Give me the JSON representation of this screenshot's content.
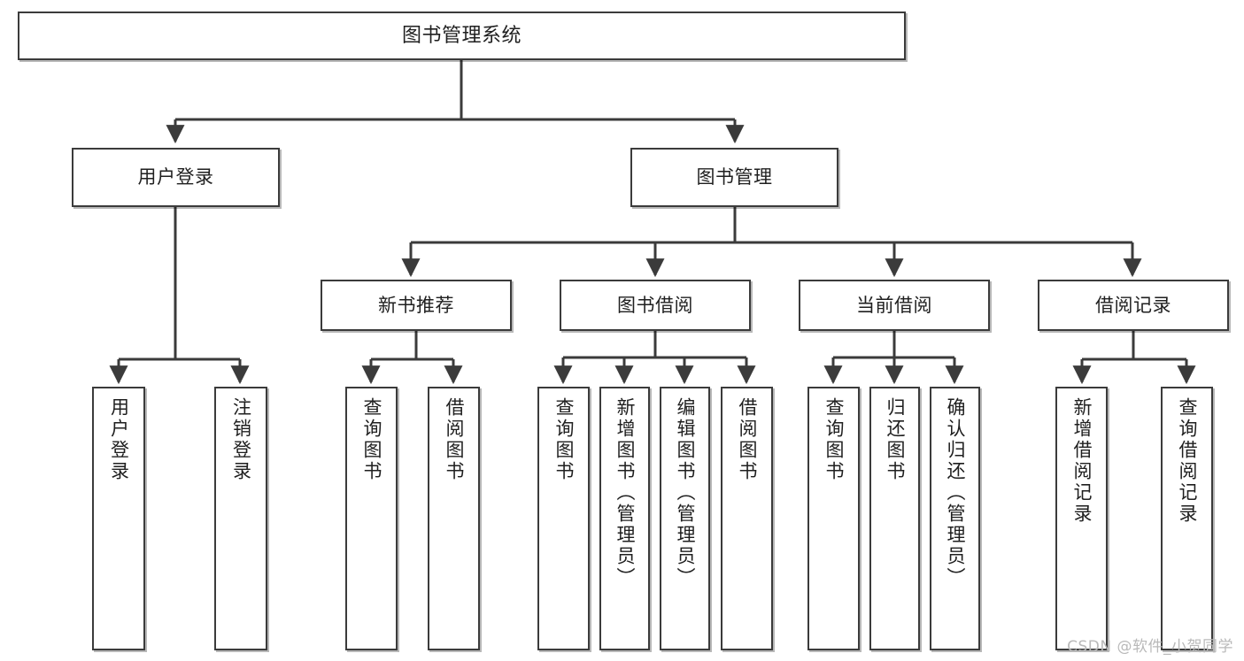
{
  "diagram": {
    "title": "图书管理系统",
    "watermark": "CSDN @软件_小贺同学",
    "line_color": "#3b3b3b",
    "box_fill": "#ffffff",
    "text_color": "#1f1f1f",
    "nodes": {
      "root": "图书管理系统",
      "l2": {
        "user_login": "用户登录",
        "book_manage": "图书管理"
      },
      "l3": {
        "new_book_rec": "新书推荐",
        "book_borrow": "图书借阅",
        "current_borrow": "当前借阅",
        "borrow_record": "借阅记录"
      },
      "leaves": {
        "user_login_1": "用户登录",
        "user_login_2": "注销登录",
        "new_book_rec_1": "查询图书",
        "new_book_rec_2": "借阅图书",
        "book_borrow_1": "查询图书",
        "book_borrow_2": "新增图书（管理员）",
        "book_borrow_3": "编辑图书（管理员）",
        "book_borrow_4": "借阅图书",
        "current_borrow_1": "查询图书",
        "current_borrow_2": "归还图书",
        "current_borrow_3": "确认归还（管理员）",
        "borrow_record_1": "新增借阅记录",
        "borrow_record_2": "查询借阅记录"
      }
    }
  }
}
